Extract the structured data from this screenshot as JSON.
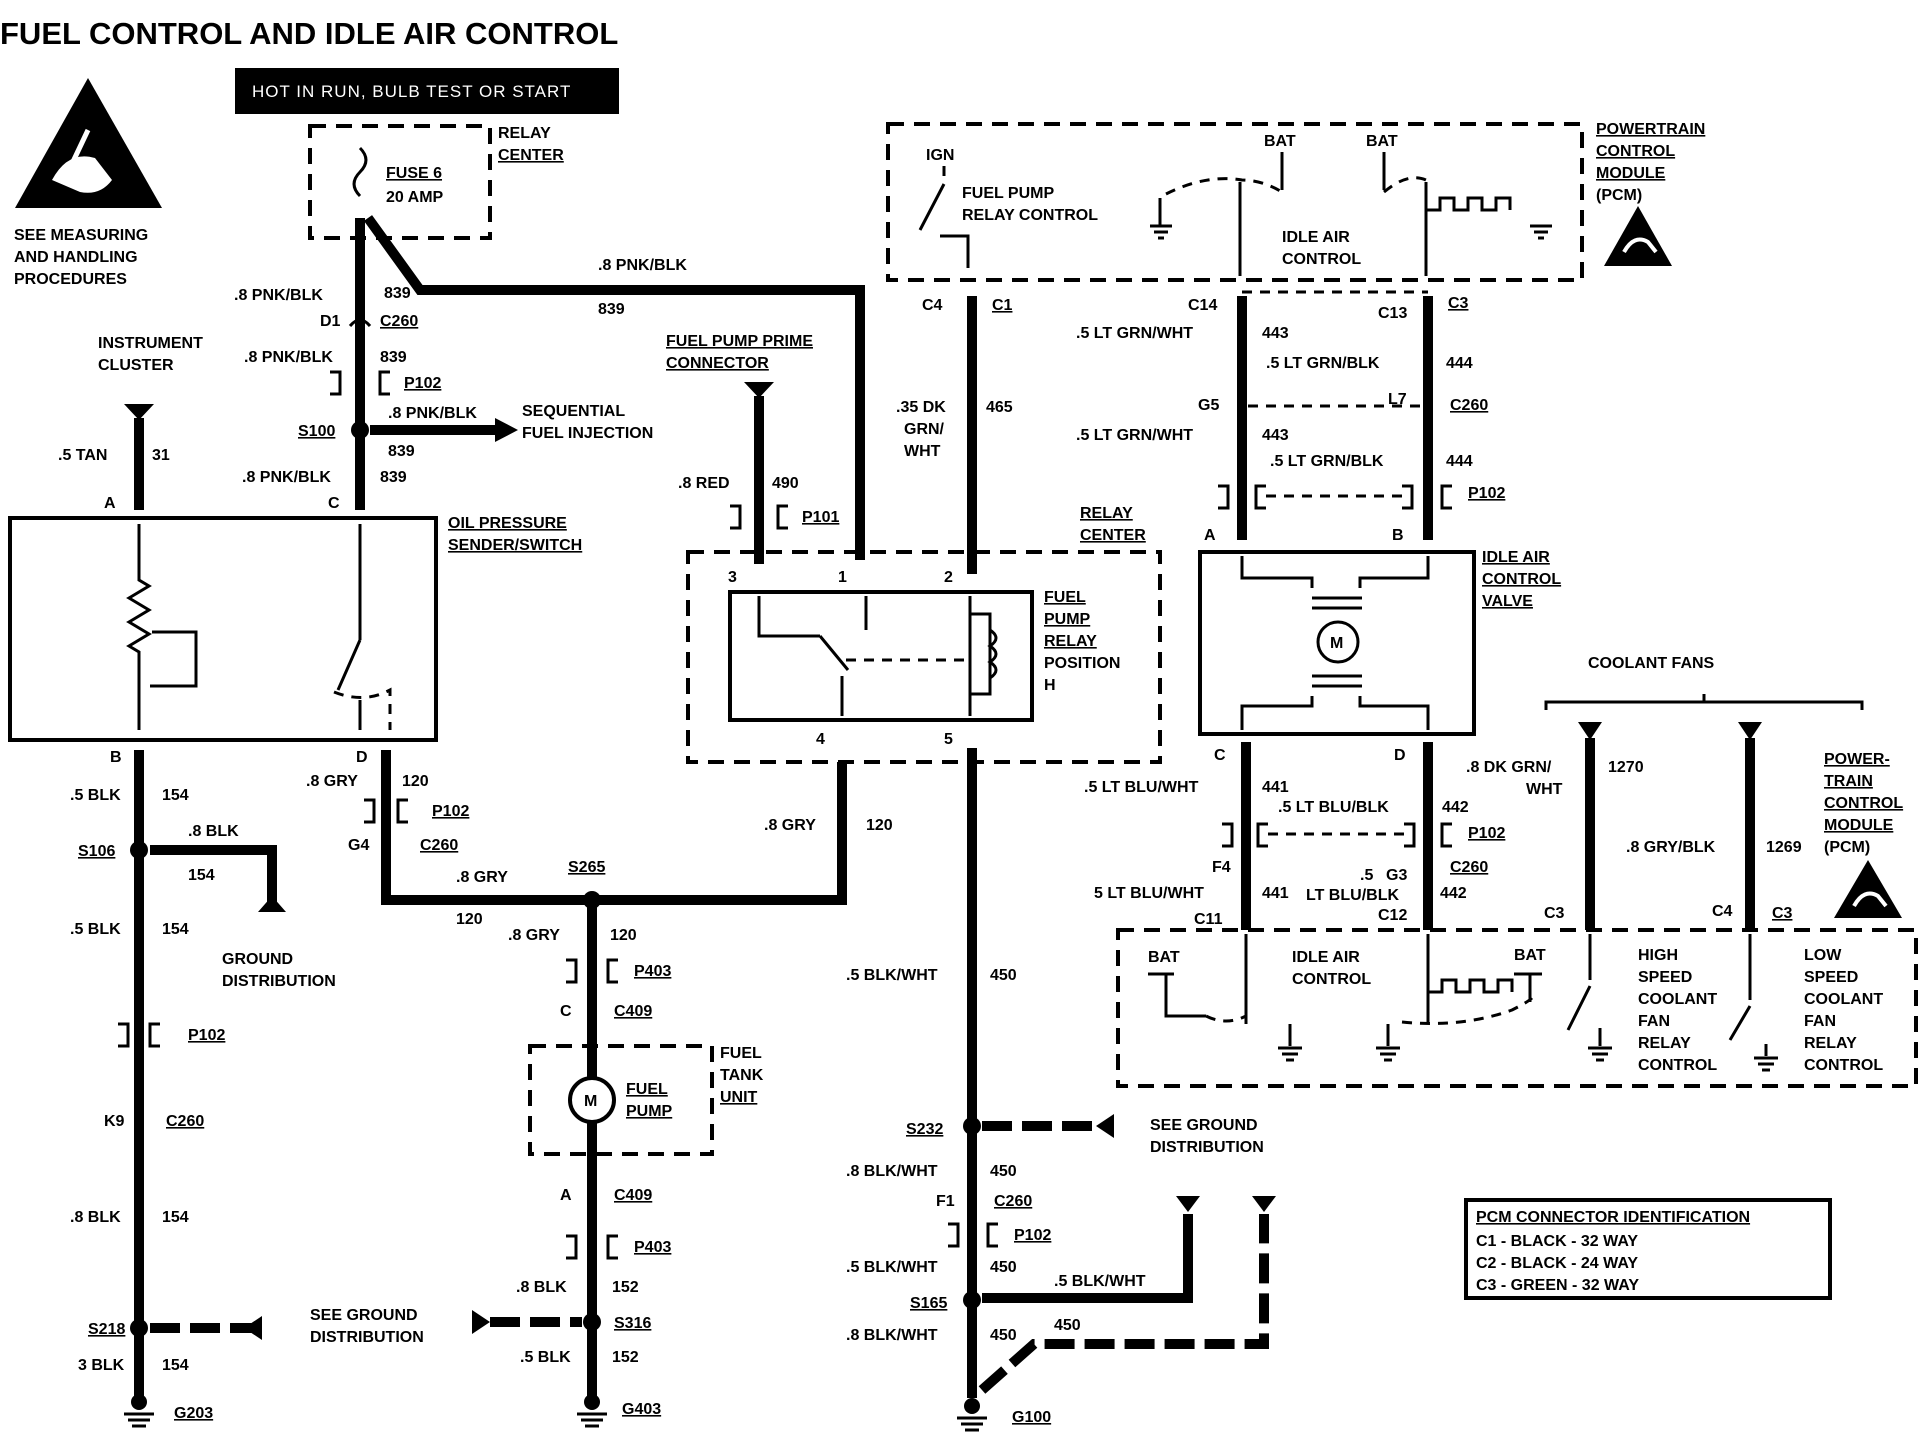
{
  "title": "FUEL CONTROL AND IDLE AIR CONTROL",
  "banner": "HOT IN RUN, BULB TEST OR START",
  "esd_note": [
    "SEE MEASURING",
    "AND HANDLING",
    "PROCEDURES"
  ],
  "relay_center_label": [
    "RELAY",
    "CENTER"
  ],
  "fuse": [
    "FUSE 6",
    "20 AMP"
  ],
  "pcm_label": [
    "POWERTRAIN",
    "CONTROL",
    "MODULE",
    "(PCM)"
  ],
  "pcm_label2": [
    "POWER-",
    "TRAIN",
    "CONTROL",
    "MODULE",
    "(PCM)"
  ],
  "ign": "IGN",
  "bat": "BAT",
  "fuel_pump_relay_control": [
    "FUEL PUMP",
    "RELAY CONTROL"
  ],
  "idle_air_control": [
    "IDLE AIR",
    "CONTROL"
  ],
  "instrument_cluster": [
    "INSTRUMENT",
    "CLUSTER"
  ],
  "oil_pressure": [
    "OIL PRESSURE",
    "SENDER/SWITCH"
  ],
  "sequential": [
    "SEQUENTIAL",
    "FUEL INJECTION"
  ],
  "fuel_pump_prime": [
    "FUEL PUMP PRIME",
    "CONNECTOR"
  ],
  "fuel_pump_relay": [
    "FUEL",
    "PUMP",
    "RELAY",
    "POSITION",
    "H"
  ],
  "iac_valve": [
    "IDLE AIR",
    "CONTROL",
    "VALVE"
  ],
  "coolant_fans": "COOLANT FANS",
  "high_speed": [
    "HIGH",
    "SPEED",
    "COOLANT",
    "FAN",
    "RELAY",
    "CONTROL"
  ],
  "low_speed": [
    "LOW",
    "SPEED",
    "COOLANT",
    "FAN",
    "RELAY",
    "CONTROL"
  ],
  "ground_distribution": [
    "GROUND",
    "DISTRIBUTION"
  ],
  "see_ground": [
    "SEE GROUND",
    "DISTRIBUTION"
  ],
  "see_ground2": [
    "SEE GROUND",
    "DISTRIBUTION"
  ],
  "fuel_pump": [
    "FUEL",
    "PUMP"
  ],
  "fuel_tank_unit": [
    "FUEL",
    "TANK",
    "UNIT"
  ],
  "pcm_conn": {
    "title": "PCM CONNECTOR IDENTIFICATION",
    "rows": [
      "C1 - BLACK - 32 WAY",
      "C2 - BLACK - 24 WAY",
      "C3 - GREEN - 32 WAY"
    ]
  },
  "motor": "M",
  "wire_labels": {
    "w839a": ".8 PNK/BLK",
    "n839": "839",
    "w839b": ".8 PNK/BLK",
    "w839c": ".8 PNK/BLK",
    "w839d": ".8 PNK/BLK",
    "w839e": ".8 PNK/BLK",
    "w31": ".5 TAN",
    "n31": "31",
    "w465": ".35 DK",
    "w465b": "GRN/",
    "w465c": "WHT",
    "n465": "465",
    "w490": ".8 RED",
    "n490": "490",
    "w443": ".5 LT GRN/WHT",
    "n443": "443",
    "w444": ".5 LT GRN/BLK",
    "n444": "444",
    "w441": ".5 LT BLU/WHT",
    "n441": "441",
    "w442": ".5 LT BLU/BLK",
    "n442": "442",
    "w441b": "5 LT BLU/WHT",
    "w442b": "LT BLU/BLK",
    "w442c": ".5",
    "w1270": ".8 DK GRN/",
    "w1270b": "WHT",
    "n1270": "1270",
    "w1269": ".8 GRY/BLK",
    "n1269": "1269",
    "w154": ".5 BLK",
    "n154": "154",
    "w154b": ".8 BLK",
    "w154c": "3 BLK",
    "w120": ".8 GRY",
    "n120": "120",
    "w450": ".5 BLK/WHT",
    "w450b": ".8 BLK/WHT",
    "n450": "450",
    "w152": ".8 BLK",
    "w152b": ".5 BLK",
    "n152": "152"
  },
  "connectors": {
    "C260": "C260",
    "P102": "P102",
    "P101": "P101",
    "P403": "P403",
    "C409": "C409",
    "S100": "S100",
    "S106": "S106",
    "S218": "S218",
    "S265": "S265",
    "S316": "S316",
    "S232": "S232",
    "S165": "S165",
    "G203": "G203",
    "G403": "G403",
    "G100": "G100",
    "C1": "C1",
    "C3": "C3",
    "C4": "C4",
    "C11": "C11",
    "C12": "C12",
    "C13": "C13",
    "C14": "C14",
    "D1": "D1",
    "G4": "G4",
    "K9": "K9",
    "G5": "G5",
    "L7": "L7",
    "F4": "F4",
    "G3": "G3",
    "F1": "F1"
  },
  "pins": {
    "A": "A",
    "B": "B",
    "C": "C",
    "D": "D",
    "p1": "1",
    "p2": "2",
    "p3": "3",
    "p4": "4",
    "p5": "5"
  }
}
